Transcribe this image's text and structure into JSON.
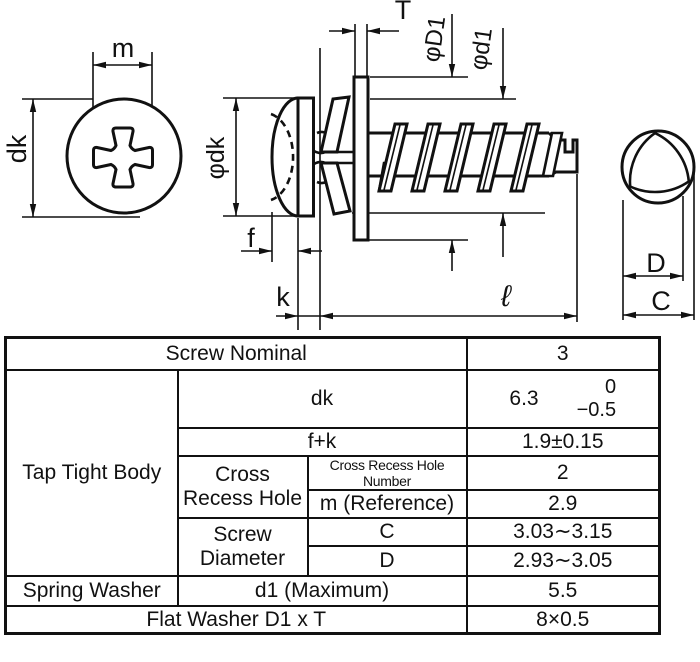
{
  "colors": {
    "ink": "#111111",
    "paper": "#ffffff"
  },
  "drawing": {
    "labels": {
      "m": "m",
      "dk": "dk",
      "phi_dk": "φdk",
      "T": "T",
      "phi_D1": "φD1",
      "phi_d1": "φd1",
      "f": "f",
      "k": "k",
      "length": "ℓ",
      "D": "D",
      "C": "C"
    }
  },
  "table": {
    "screw_nominal": {
      "label": "Screw Nominal",
      "value": "3"
    },
    "body": {
      "label": "Tap Tight Body"
    },
    "dk": {
      "label": "dk",
      "value": "6.3",
      "tol_upper": "0",
      "tol_lower": "−0.5"
    },
    "fk": {
      "label": "f+k",
      "value": "1.9±0.15"
    },
    "cross_recess": {
      "label": "Cross Recess Hole"
    },
    "cross_recess_number": {
      "label": "Cross Recess Hole Number",
      "value": "2"
    },
    "m_reference": {
      "label": "m (Reference)",
      "value": "2.9"
    },
    "screw_diameter": {
      "label": "Screw Diameter"
    },
    "c_row": {
      "label": "C",
      "value": "3.03∼3.15"
    },
    "d_row": {
      "label": "D",
      "value": "2.93∼3.05"
    },
    "spring_washer": {
      "label": "Spring Washer"
    },
    "d1": {
      "label": "d1 (Maximum)",
      "value": "5.5"
    },
    "flat_washer": {
      "label": "Flat Washer D1 x T",
      "value": "8×0.5"
    }
  }
}
